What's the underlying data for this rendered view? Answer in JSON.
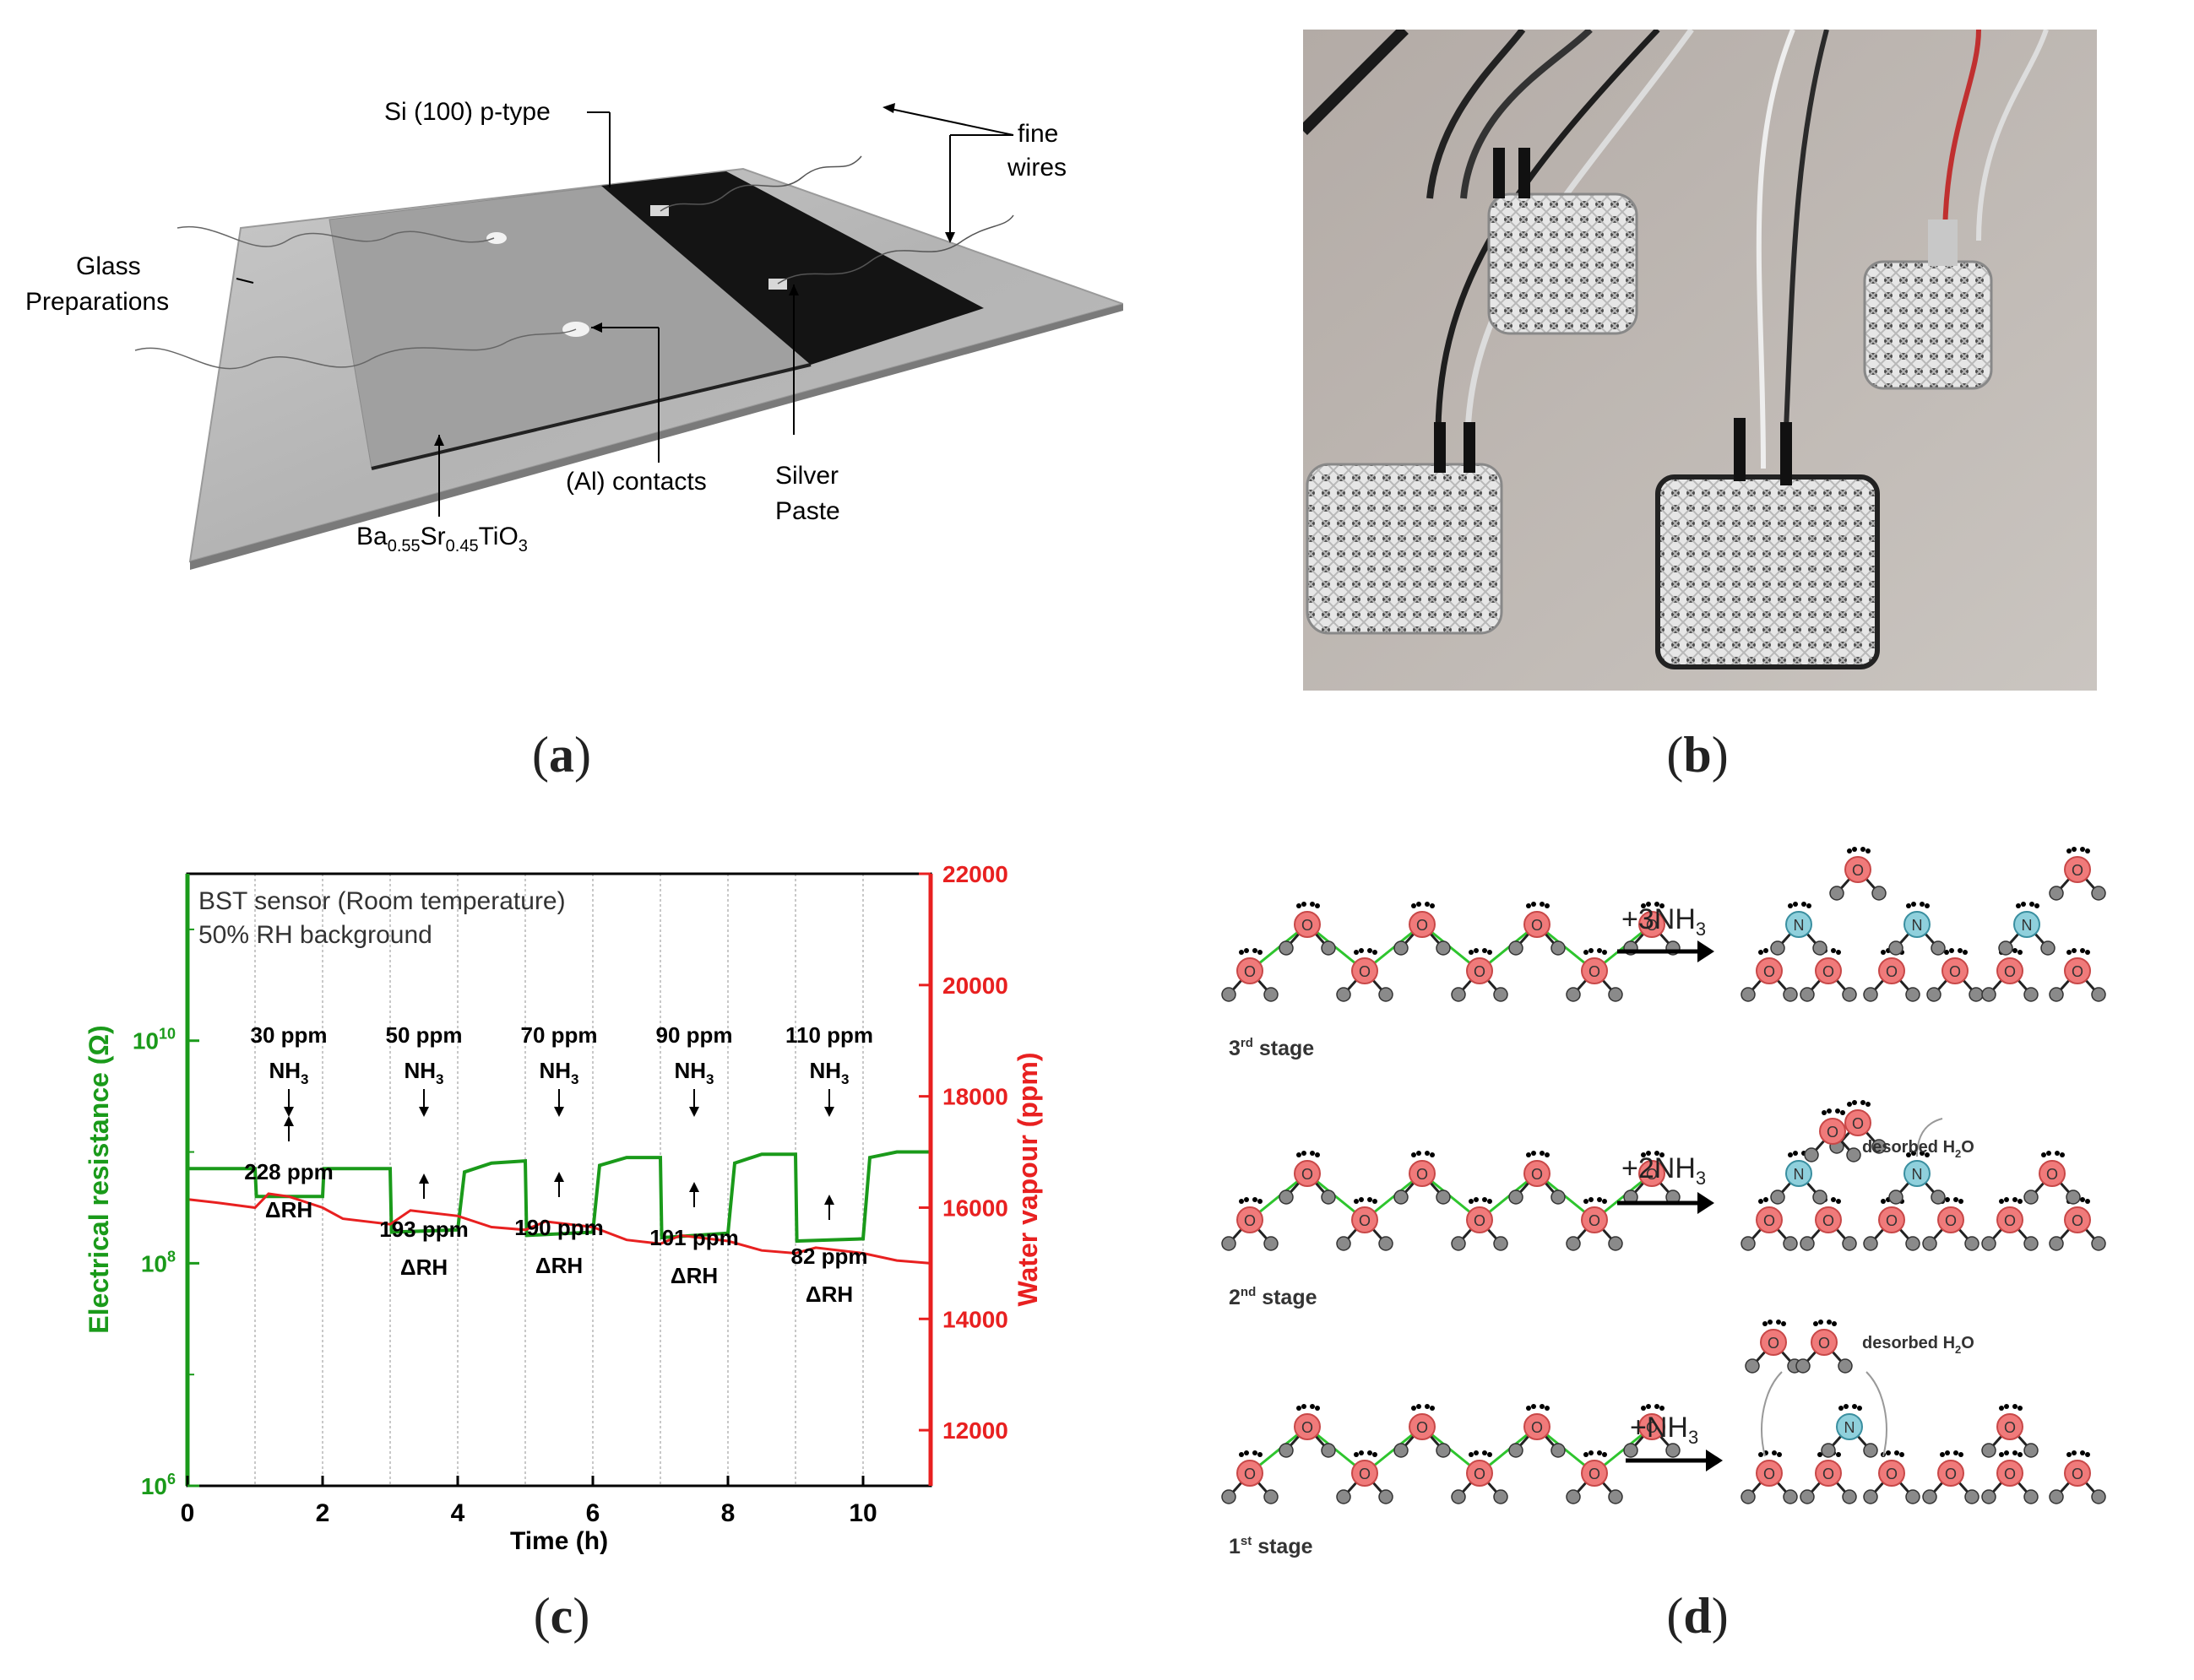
{
  "panel_a": {
    "caption_letter": "a",
    "labels": {
      "si": "Si (100) p-type",
      "fine": "fine",
      "wires": "wires",
      "glass1": "Glass",
      "glass2": "Preparations",
      "al": "(Al) contacts",
      "silver1": "Silver",
      "silver2": "Paste",
      "bst_ba": "Ba",
      "bst_ba_sub": "0.55",
      "bst_sr": "Sr",
      "bst_sr_sub": "0.45",
      "bst_ti": "TiO",
      "bst_ti_sub": "3"
    }
  },
  "panel_b": {
    "caption_letter": "b"
  },
  "panel_c": {
    "caption_letter": "c"
  },
  "panel_d": {
    "caption_letter": "d",
    "stages": [
      {
        "label": "3rd stage",
        "sup": "rd",
        "num": "3",
        "reaction": "+3NH",
        "sub": "3"
      },
      {
        "label": "2nd stage",
        "sup": "nd",
        "num": "2",
        "reaction": "+2NH",
        "sub": "3",
        "desorbed": "desorbed H",
        "desorbed_sub": "2",
        "desorbed_end": "O"
      },
      {
        "label": "1st stage",
        "sup": "st",
        "num": "1",
        "reaction": "+NH",
        "sub": "3",
        "desorbed": "desorbed H",
        "desorbed_sub": "2",
        "desorbed_end": "O"
      }
    ],
    "stage_word": "stage",
    "atom_o": "O",
    "atom_n": "N"
  },
  "chart_data": {
    "type": "line",
    "title_lines": [
      "BST sensor (Room temperature)",
      "50% RH background"
    ],
    "xlabel": "Time (h)",
    "ylabel_left": "Electrical resistance (Ω)",
    "ylabel_right": "Water vapour (ppm)",
    "xlim": [
      0,
      11
    ],
    "x_ticks": [
      "0",
      "2",
      "4",
      "6",
      "8",
      "10"
    ],
    "y_left_scale": "log",
    "y_left_ticks": [
      {
        "base": "10",
        "exp": "6"
      },
      {
        "base": "10",
        "exp": "8"
      },
      {
        "base": "10",
        "exp": "10"
      }
    ],
    "y_left_range_log10": [
      6,
      11.5
    ],
    "y_right_ticks": [
      "12000",
      "14000",
      "16000",
      "18000",
      "20000",
      "22000"
    ],
    "ylim_right": [
      11000,
      22000
    ],
    "left_axis_color": "#1a9a1a",
    "right_axis_color": "#e82020",
    "series": [
      {
        "axis": "left",
        "color": "#1a9a1a",
        "x": [
          0,
          1,
          1.02,
          2,
          2.02,
          3,
          3.02,
          4,
          4.1,
          4.5,
          5,
          5.02,
          6,
          6.1,
          6.5,
          7,
          7.02,
          8,
          8.1,
          8.5,
          9,
          9.02,
          10,
          10.1,
          10.5,
          11
        ],
        "log10_values": [
          8.85,
          8.85,
          8.6,
          8.6,
          8.85,
          8.85,
          8.28,
          8.3,
          8.82,
          8.9,
          8.92,
          8.25,
          8.28,
          8.88,
          8.95,
          8.95,
          8.23,
          8.27,
          8.9,
          8.98,
          8.98,
          8.2,
          8.22,
          8.95,
          9.0,
          9.0
        ]
      },
      {
        "axis": "right",
        "color": "#e82020",
        "x": [
          0,
          0.5,
          1,
          1.2,
          1.5,
          2,
          2.3,
          3,
          3.3,
          4,
          4.5,
          5,
          5.3,
          6,
          6.5,
          7,
          7.3,
          8,
          8.5,
          9,
          9.3,
          10,
          10.5,
          11
        ],
        "values": [
          16150,
          16080,
          16000,
          16250,
          16200,
          16000,
          15800,
          15700,
          15950,
          15850,
          15650,
          15600,
          15750,
          15650,
          15420,
          15350,
          15500,
          15400,
          15230,
          15180,
          15280,
          15180,
          15050,
          15000
        ]
      }
    ],
    "annotations_nh3": [
      {
        "x": 1.5,
        "conc": "30 ppm",
        "gas": "NH",
        "sub": "3"
      },
      {
        "x": 3.5,
        "conc": "50 ppm",
        "gas": "NH",
        "sub": "3"
      },
      {
        "x": 5.5,
        "conc": "70 ppm",
        "gas": "NH",
        "sub": "3"
      },
      {
        "x": 7.5,
        "conc": "90 ppm",
        "gas": "NH",
        "sub": "3"
      },
      {
        "x": 9.5,
        "conc": "110 ppm",
        "gas": "NH",
        "sub": "3"
      }
    ],
    "annotations_rh": [
      {
        "x": 1.5,
        "conc": "228 ppm",
        "label": "ΔRH"
      },
      {
        "x": 3.5,
        "conc": "193 ppm",
        "label": "ΔRH"
      },
      {
        "x": 5.5,
        "conc": "190 ppm",
        "label": "ΔRH"
      },
      {
        "x": 7.5,
        "conc": "101 ppm",
        "label": "ΔRH"
      },
      {
        "x": 9.5,
        "conc": "82 ppm",
        "label": "ΔRH"
      }
    ],
    "vertical_grid_x": [
      1,
      2,
      3,
      4,
      5,
      6,
      7,
      8,
      9,
      10
    ]
  }
}
